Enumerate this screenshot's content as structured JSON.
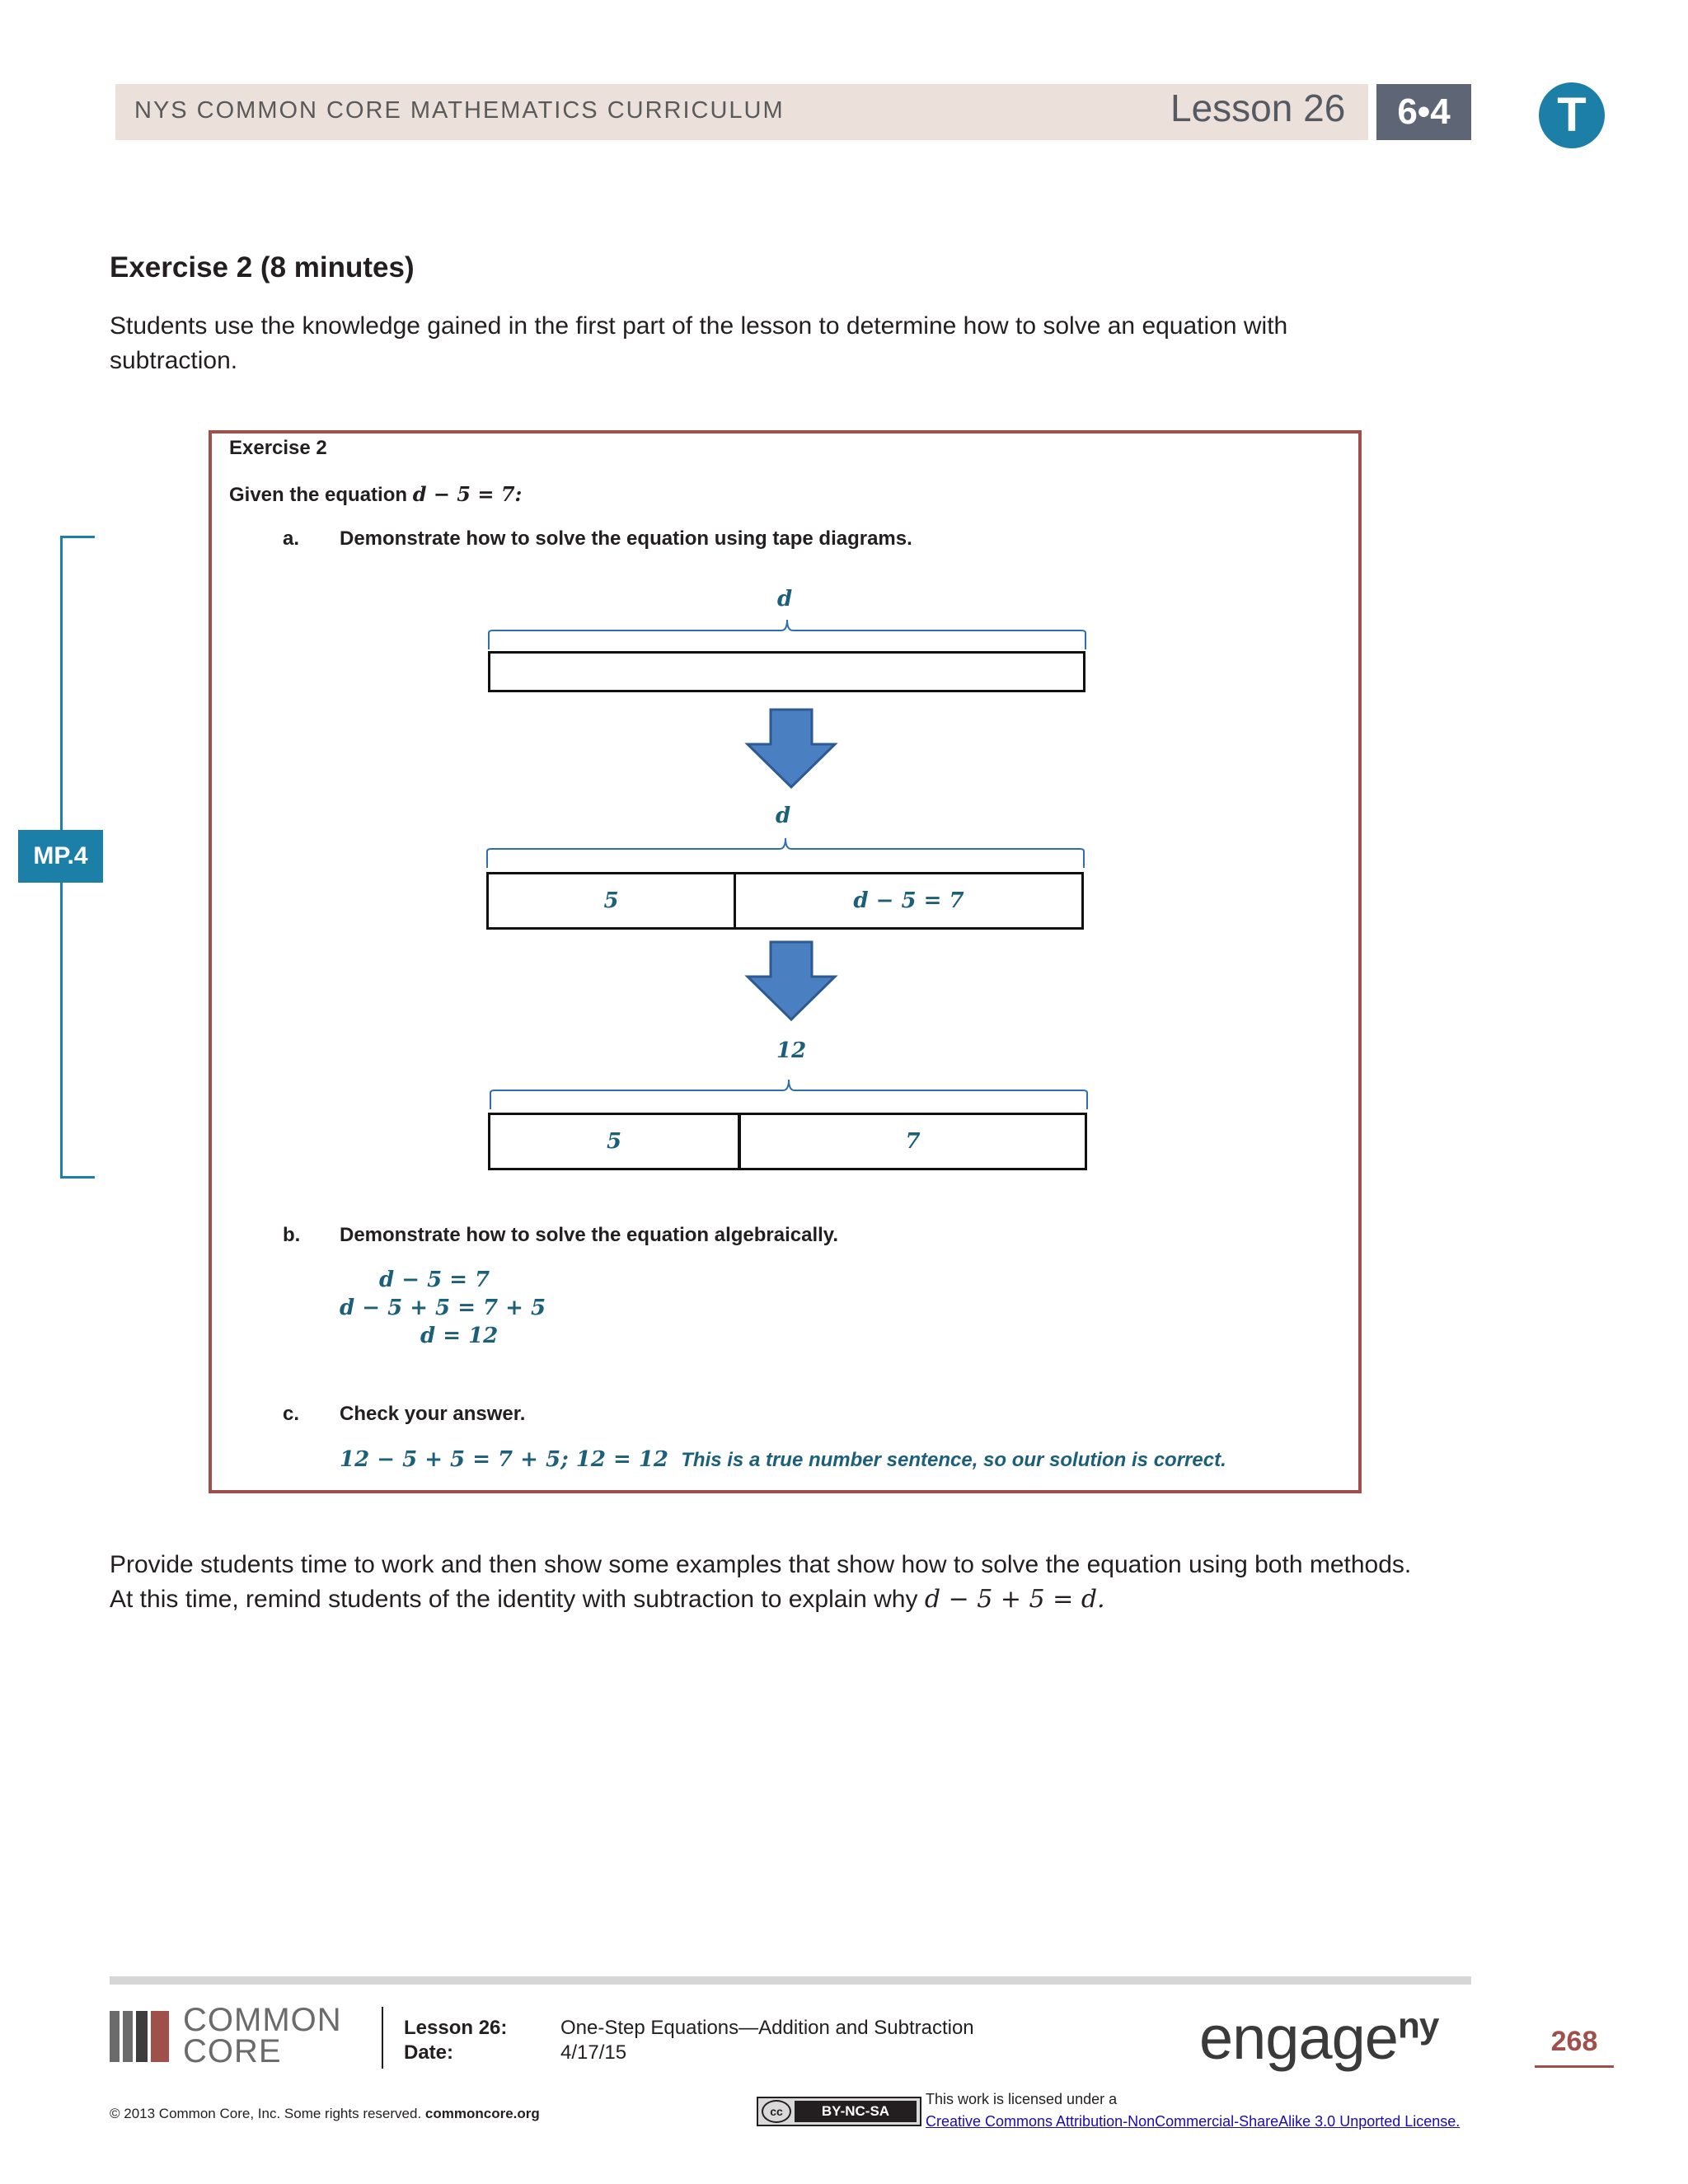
{
  "header": {
    "curriculum": "NYS COMMON CORE MATHEMATICS CURRICULUM",
    "lesson": "Lesson 26",
    "grade_module": "6•4",
    "teacher_badge": "T"
  },
  "section": {
    "title": "Exercise 2 (8 minutes)",
    "intro_line1": "Students use the knowledge gained in the first part of the lesson to determine how to solve an equation with",
    "intro_line2": "subtraction."
  },
  "sidebar": {
    "mp_label": "MP.4"
  },
  "exercise": {
    "title": "Exercise 2",
    "given_prefix": "Given the equation",
    "given_equation": "d − 5 = 7:",
    "a_label": "a.",
    "a_text": "Demonstrate how to solve the equation using tape diagrams.",
    "tape1_top": "d",
    "tape2_top": "d",
    "tape2_left": "5",
    "tape2_right": "d − 5 = 7",
    "tape3_top": "12",
    "tape3_left": "5",
    "tape3_right": "7",
    "b_label": "b.",
    "b_text": "Demonstrate how to solve the equation algebraically.",
    "b_line1": "d − 5 = 7",
    "b_line2": "d − 5 + 5 = 7 + 5",
    "b_line3": "d = 12",
    "c_label": "c.",
    "c_text": "Check your answer.",
    "c_math": "12 − 5 + 5 = 7 + 5;  12 = 12",
    "c_note": "This is a true number sentence, so our solution is correct."
  },
  "closing": {
    "line1": "Provide students time to work and then show some examples that show how to solve the equation using both methods.",
    "line2_prefix": "At this time, remind students of the identity with subtraction to explain why",
    "line2_math": "d − 5 + 5 = d."
  },
  "footer": {
    "logo_line1": "COMMON",
    "logo_line2": "CORE",
    "lesson_label": "Lesson 26:",
    "lesson_value": "One-Step Equations—Addition and Subtraction",
    "date_label": "Date:",
    "date_value": "4/17/15",
    "brand": "engage",
    "brand_sup": "ny",
    "page_number": "268",
    "copyright_prefix": "© 2013 Common Core, Inc. Some rights reserved.",
    "copyright_site": "commoncore.org",
    "license_badge": "BY-NC-SA",
    "license_line1": "This work is licensed under a",
    "license_link": "Creative Commons Attribution-NonCommercial-ShareAlike 3.0 Unported License."
  }
}
